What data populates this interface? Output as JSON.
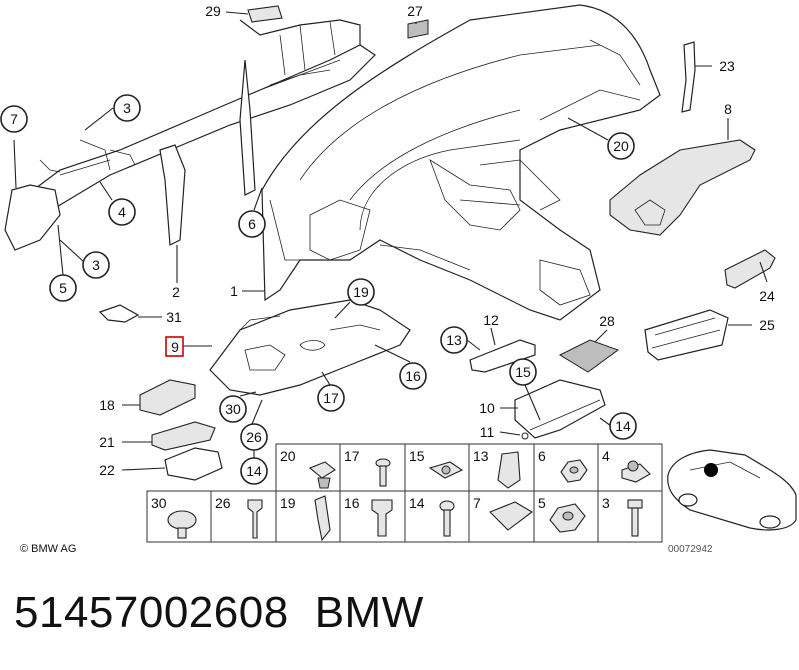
{
  "callouts": {
    "c1": "1",
    "c2": "2",
    "c3a": "3",
    "c3b": "3",
    "c4": "4",
    "c5": "5",
    "c6": "6",
    "c7": "7",
    "c8": "8",
    "c9": "9",
    "c12": "12",
    "c13": "13",
    "c14a": "14",
    "c14b": "14",
    "c15": "15",
    "c16": "16",
    "c17": "17",
    "c18": "18",
    "c19": "19",
    "c20": "20",
    "c21": "21",
    "c22": "22",
    "c23": "23",
    "c24": "24",
    "c25": "25",
    "c26": "26",
    "c27": "27",
    "c28": "28",
    "c29": "29",
    "c30": "30",
    "c31": "31",
    "c10": "10",
    "c11": "11"
  },
  "fastener_grid": {
    "row1": [
      "20",
      "17",
      "15",
      "13",
      "6",
      "4"
    ],
    "row2": [
      "30",
      "26",
      "19",
      "16",
      "14",
      "7",
      "5",
      "3"
    ]
  },
  "copyright": "© BMW AG",
  "diagram_number": "00072942",
  "part_number": "51457002608",
  "brand": "BMW",
  "highlight_color": "#cc0000"
}
